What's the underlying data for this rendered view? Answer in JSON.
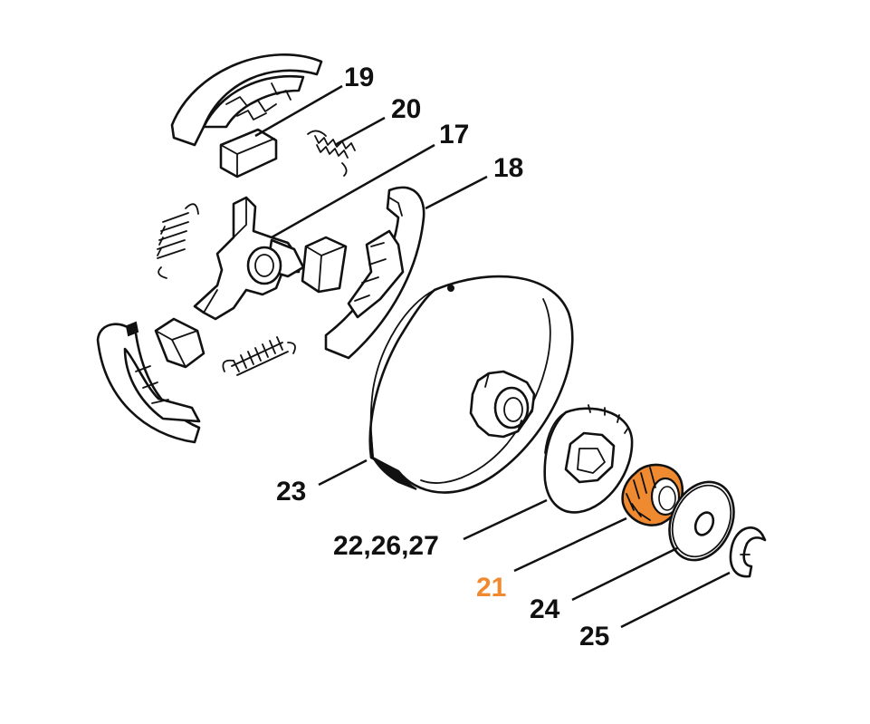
{
  "labels": {
    "l19": "19",
    "l20": "20",
    "l17": "17",
    "l18": "18",
    "l23": "23",
    "l22": "22,26,27",
    "l21": "21",
    "l24": "24",
    "l25": "25"
  },
  "colors": {
    "highlight": "#f08a30",
    "ink": "#111111"
  }
}
